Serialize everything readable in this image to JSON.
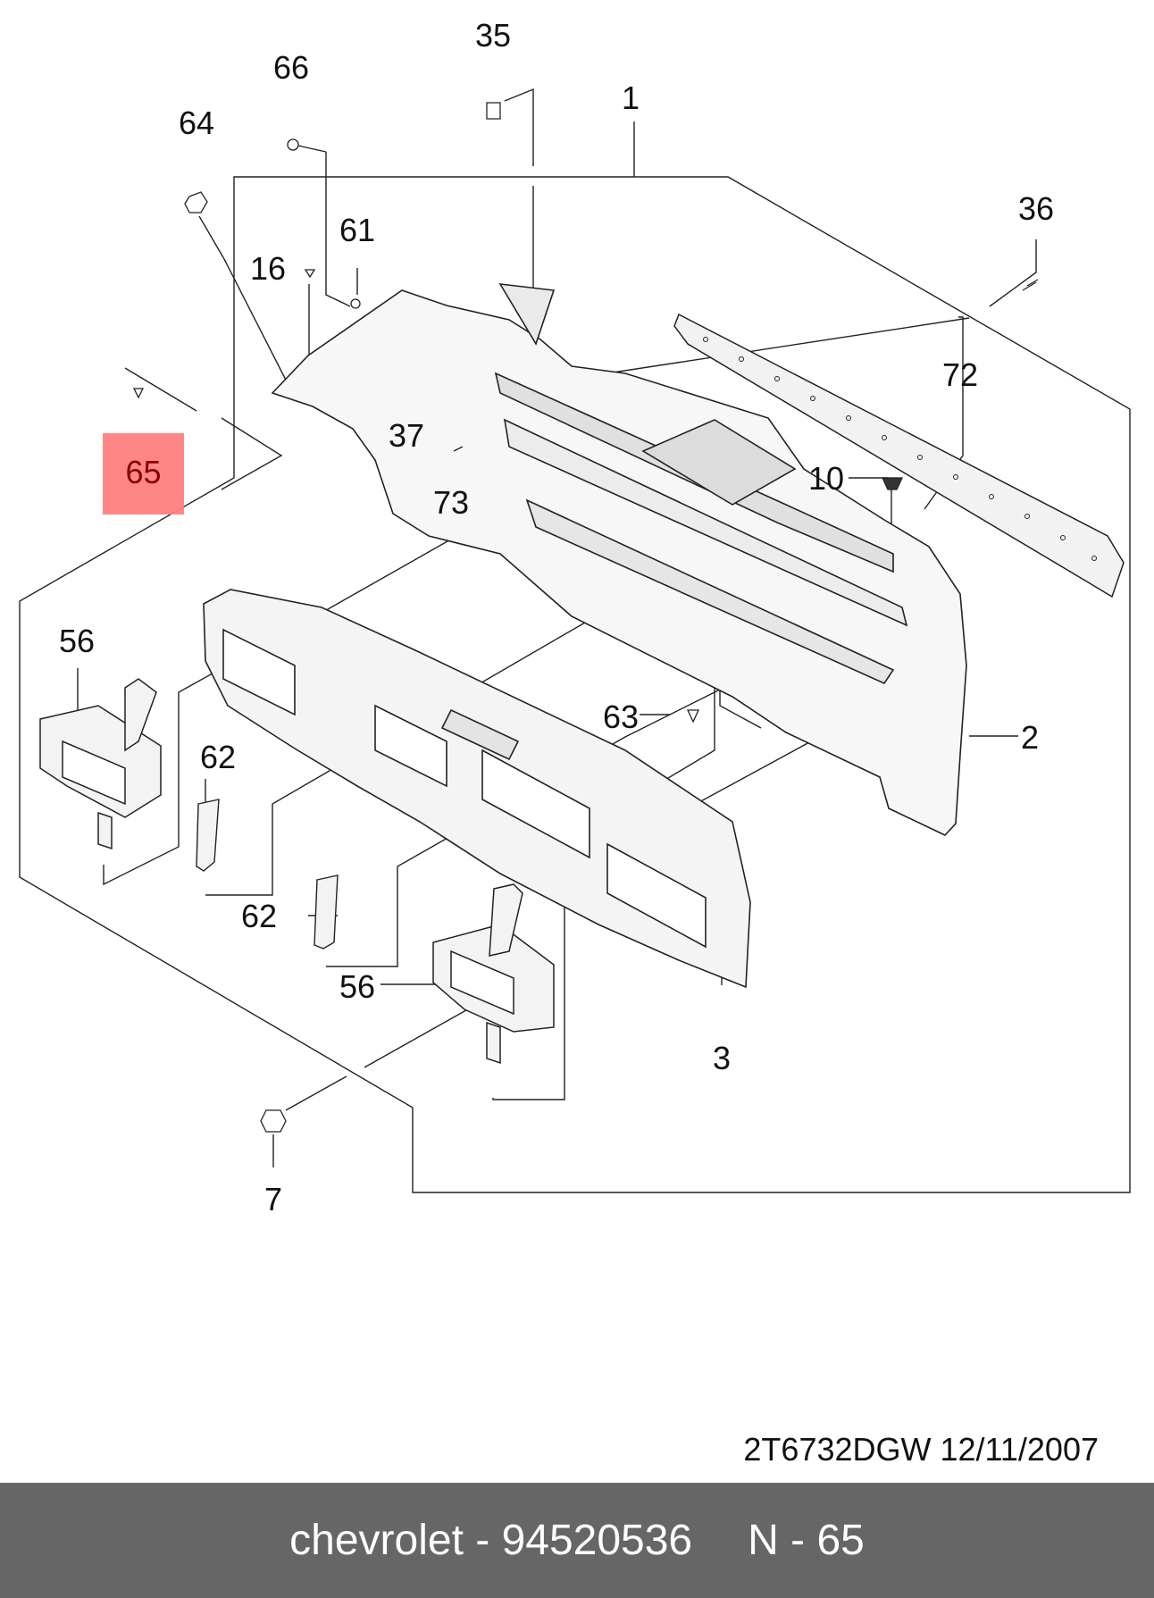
{
  "callouts": {
    "c35": "35",
    "c66": "66",
    "c1": "1",
    "c64": "64",
    "c36": "36",
    "c61": "61",
    "c16": "16",
    "c72": "72",
    "c37": "37",
    "c10": "10",
    "c73": "73",
    "c65": "65",
    "c56a": "56",
    "c63": "63",
    "c2": "2",
    "c62a": "62",
    "c62b": "62",
    "c56b": "56",
    "c3": "3",
    "c7": "7"
  },
  "highlighted_part": "65",
  "highlight_color": "#ff8080",
  "drawing_code": "2T6732DGW 12/11/2007",
  "footer": {
    "brand_part": "chevrolet - 94520536",
    "page_ref": "N - 65"
  },
  "footer_color": "#666666"
}
